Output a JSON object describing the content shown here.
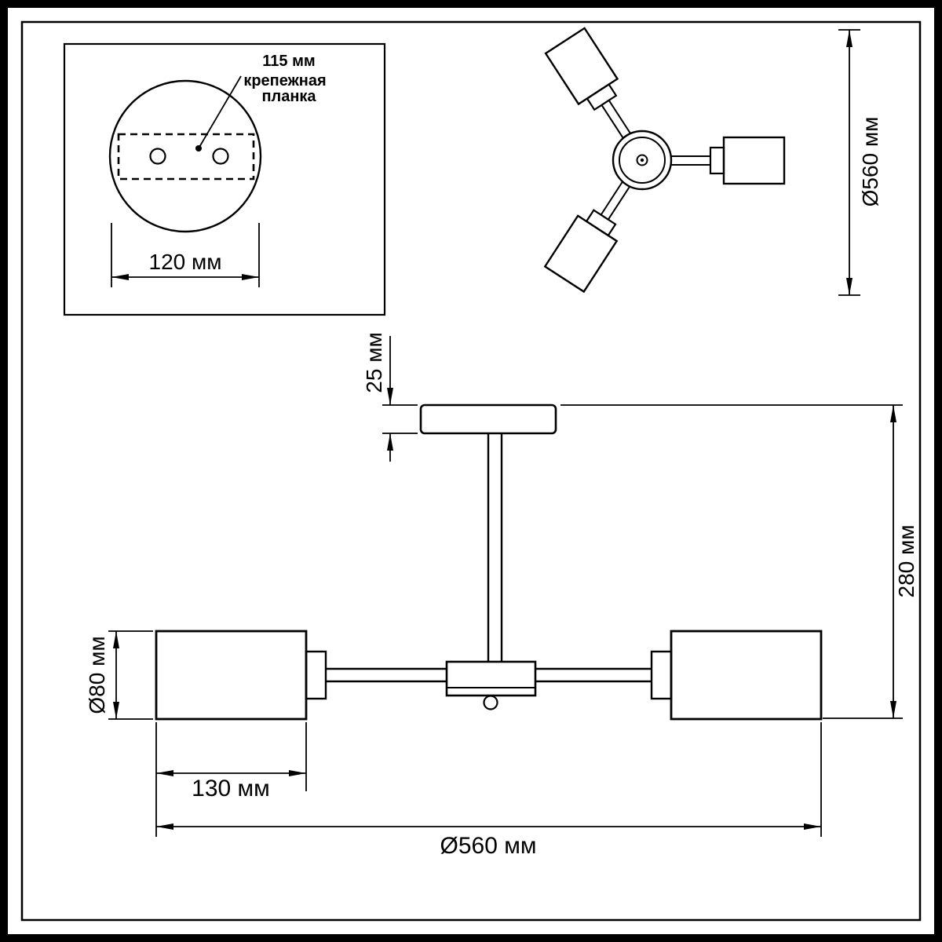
{
  "detail": {
    "plate_offset_label": "115 мм",
    "plate_label_line1": "крепежная",
    "plate_label_line2": "планка",
    "base_width_label": "120 мм"
  },
  "top_view": {
    "diameter_label": "Ø560 мм"
  },
  "side_view": {
    "canopy_height_label": "25 мм",
    "total_height_label": "280 мм",
    "shade_diameter_label": "Ø80 мм",
    "shade_length_label": "130 мм",
    "total_width_label": "Ø560 мм"
  },
  "colors": {
    "line": "#000000",
    "background": "#ffffff"
  }
}
